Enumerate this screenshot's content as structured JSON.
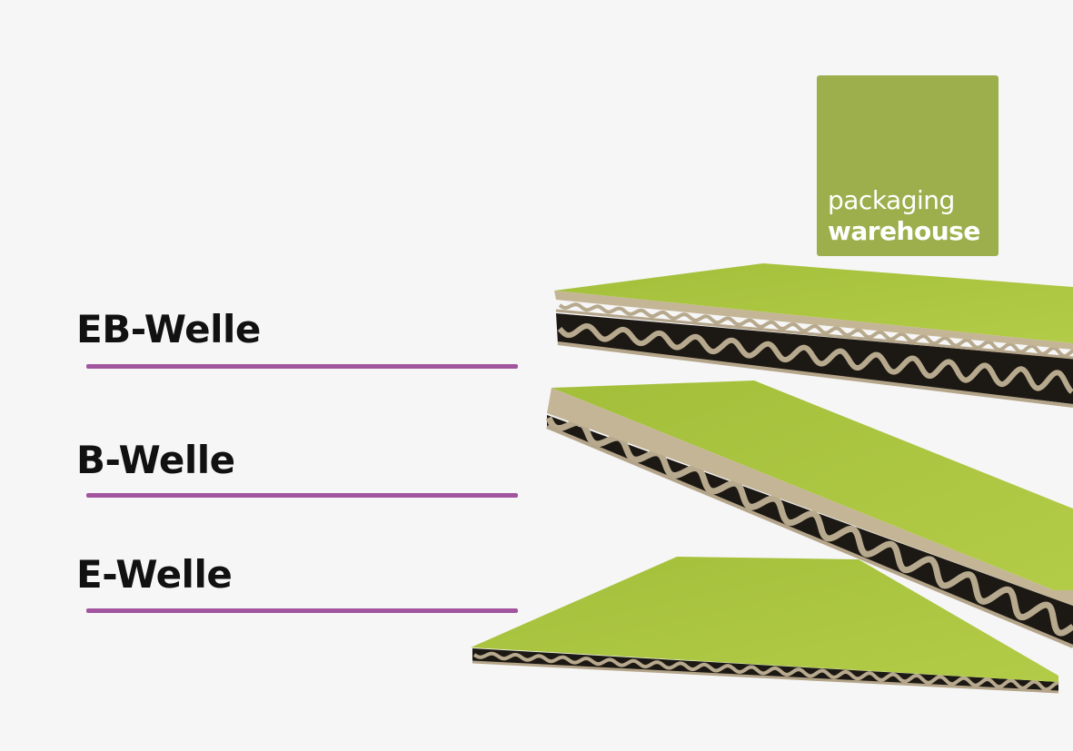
{
  "labels": {
    "eb": "EB-Welle",
    "b": "B-Welle",
    "e": "E-Welle"
  },
  "logo": {
    "line1": "packaging",
    "line2": "warehouse"
  },
  "colors": {
    "background": "#f6f6f6",
    "accent_line": "#a2559f",
    "logo_bg": "#9caf4c",
    "board_top": "#a9c43f",
    "board_kraft": "#b4a58a",
    "board_dark": "#1b1712"
  }
}
